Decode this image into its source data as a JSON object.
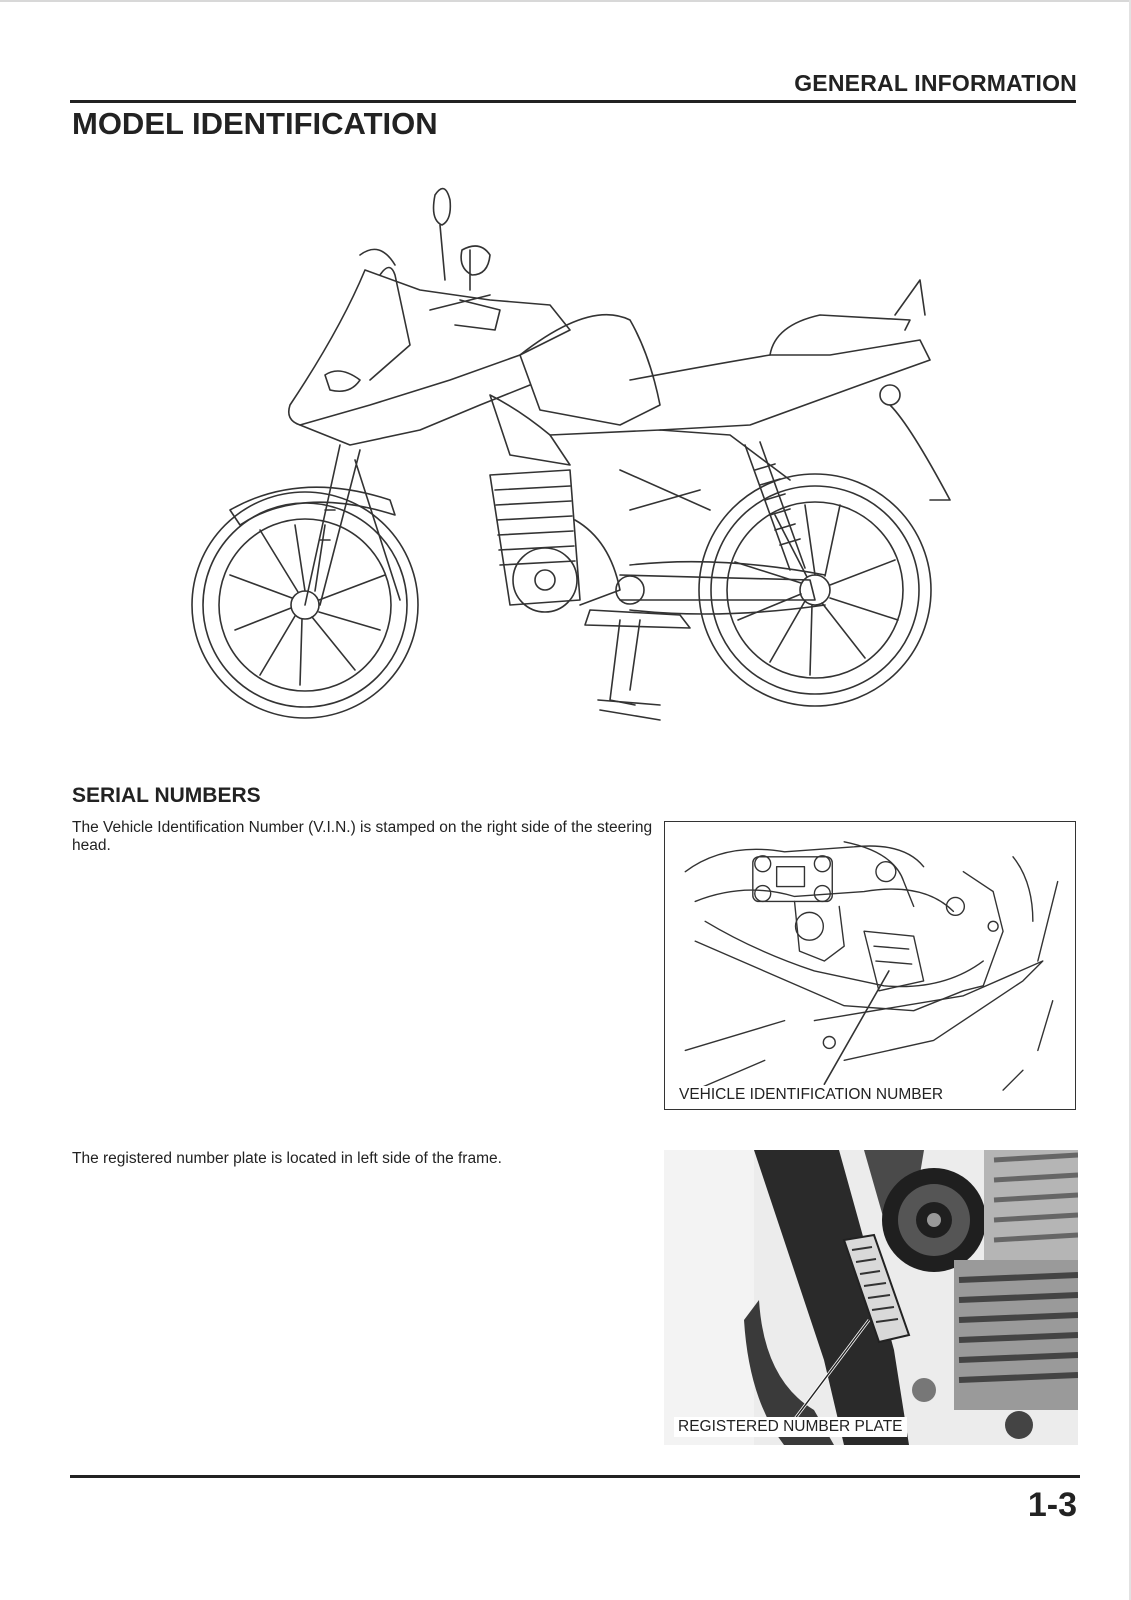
{
  "header": {
    "section": "GENERAL INFORMATION",
    "title": "MODEL IDENTIFICATION"
  },
  "serial_numbers": {
    "heading": "SERIAL NUMBERS",
    "vin_text": "The Vehicle Identification Number (V.I.N.) is stamped on the right side of the steering head.",
    "vin_callout": "VEHICLE IDENTIFICATION NUMBER",
    "plate_text": "The registered number plate is located in left side of the frame.",
    "plate_callout": "REGISTERED NUMBER PLATE"
  },
  "footer": {
    "page_number": "1-3"
  }
}
